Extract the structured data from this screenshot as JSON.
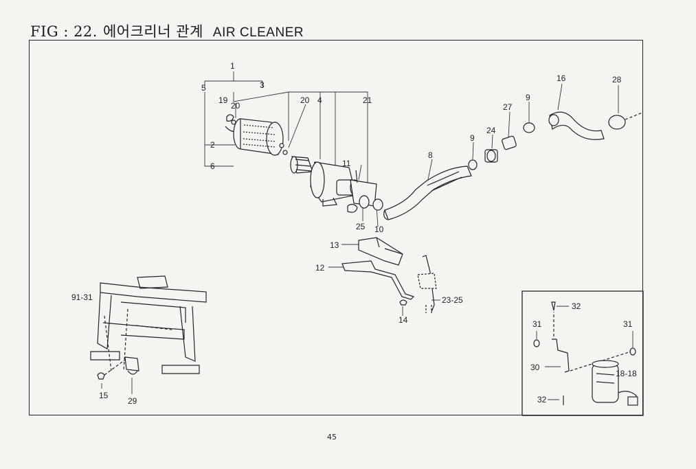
{
  "header": {
    "fig": "FIG : 22.",
    "title_ko": "에어크리너 관계",
    "title_en": "AIR CLEANER"
  },
  "callouts": {
    "p1": "1",
    "p3": "3",
    "p5": "5",
    "p19": "19",
    "p20a": "20",
    "p20b": "20",
    "p4": "4",
    "p21": "21",
    "p2": "2",
    "p6": "6",
    "p11": "11",
    "p25": "25",
    "p10": "10",
    "p8": "8",
    "p9a": "9",
    "p24": "24",
    "p27": "27",
    "p9b": "9",
    "p16": "16",
    "p28": "28",
    "p13": "13",
    "p12": "12",
    "p14": "14",
    "p2325": "23-25",
    "p9131": "91-31",
    "p15": "15",
    "p29": "29",
    "p32a": "32",
    "p31a": "31",
    "p31b": "31",
    "p30": "30",
    "p1818": "18-18",
    "p32b": "32"
  },
  "footer": {
    "page_number": "45"
  }
}
